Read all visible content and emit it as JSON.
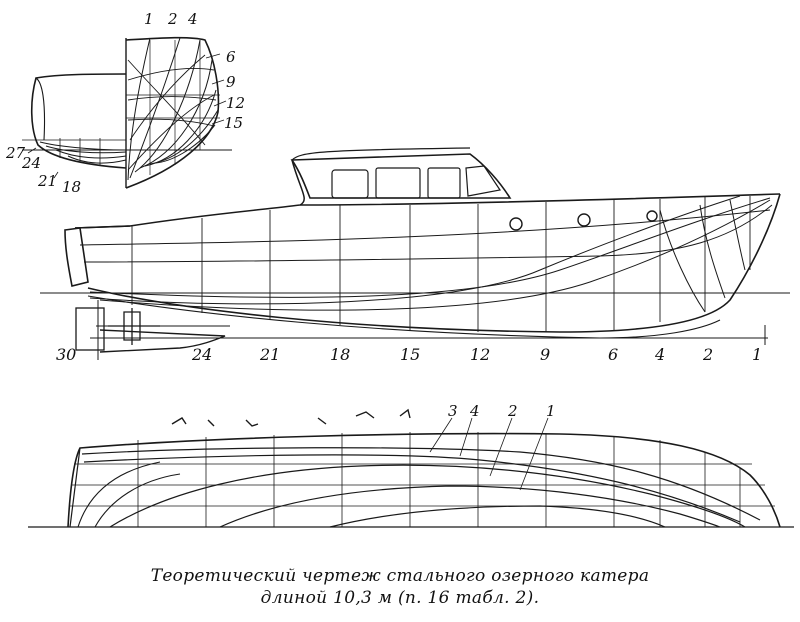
{
  "body_plan_labels": [
    "1",
    "2",
    "4",
    "6",
    "9",
    "12",
    "15",
    "27",
    "24",
    "21",
    "18"
  ],
  "station_labels": [
    "30",
    "24",
    "21",
    "18",
    "15",
    "12",
    "9",
    "6",
    "4",
    "2",
    "1"
  ],
  "half_breadth_labels": [
    "3",
    "4",
    "2",
    "1"
  ],
  "caption": {
    "line1": "Теоретический чертеж стального озерного катера",
    "line2": "длиной 10,3 м (п. 16 табл. 2)."
  }
}
